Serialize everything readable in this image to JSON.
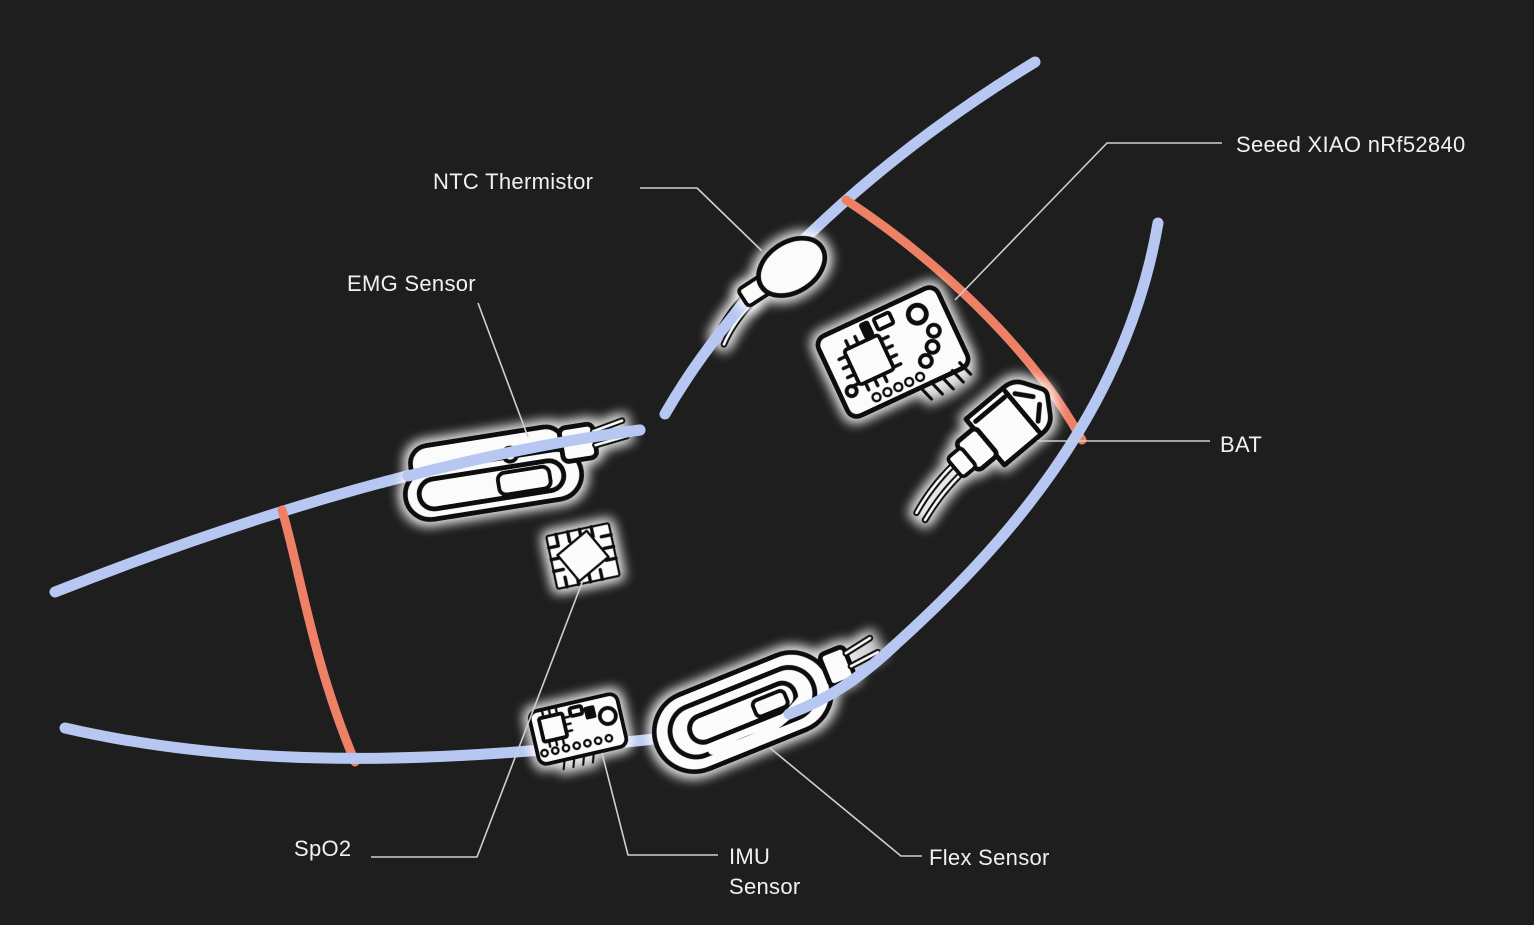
{
  "colors": {
    "background": "#1e1e1e",
    "strap_blue": "#b6c7f2",
    "strap_orange": "#ee8165",
    "device_fill": "#fbfbfb",
    "device_stroke": "#101010",
    "leader": "#cfcfcf",
    "label_text": "#f1f1f1"
  },
  "labels": {
    "ntc": {
      "text": "NTC Thermistor"
    },
    "emg": {
      "text": "EMG Sensor"
    },
    "xiao": {
      "text": "Seeed XIAO nRf52840"
    },
    "bat": {
      "text": "BAT"
    },
    "spo2": {
      "text": "SpO2"
    },
    "imu": {
      "text": "IMU Sensor"
    },
    "flex": {
      "text": "Flex Sensor"
    }
  },
  "icons": {
    "thermistor-icon": "epoxy bead thermistor with two lead wires",
    "emg-sensor-icon": "EMG muscle sensor module with two snap electrodes",
    "xiao-board-icon": "Seeed XIAO microcontroller PCB with chip, pads and pins",
    "battery-connector-icon": "JST battery plug with two wires",
    "spo2-chip-icon": "SpO2 optical sensor QFN chip",
    "imu-board-icon": "small IMU breakout PCB",
    "flex-sensor-icon": "coiled flex sensor pad with connector",
    "sleeve-strap": "light blue sleeve strap curves",
    "elastic-band": "orange elastic cross bands"
  }
}
